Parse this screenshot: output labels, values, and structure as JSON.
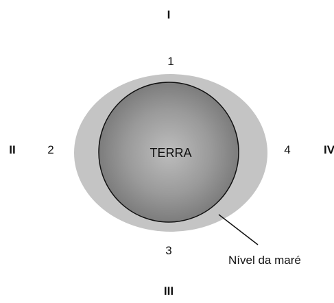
{
  "diagram": {
    "center_label": "TERRA",
    "roman_labels": {
      "top": "I",
      "left": "II",
      "bottom": "III",
      "right": "IV"
    },
    "position_numbers": {
      "top": "1",
      "left": "2",
      "bottom": "3",
      "right": "4"
    },
    "tide_label": "Nível da maré",
    "colors": {
      "tide_ellipse": "#c4c4c4",
      "earth_light": "#bdbdbd",
      "earth_dark": "#757575",
      "outline": "#111111"
    }
  }
}
